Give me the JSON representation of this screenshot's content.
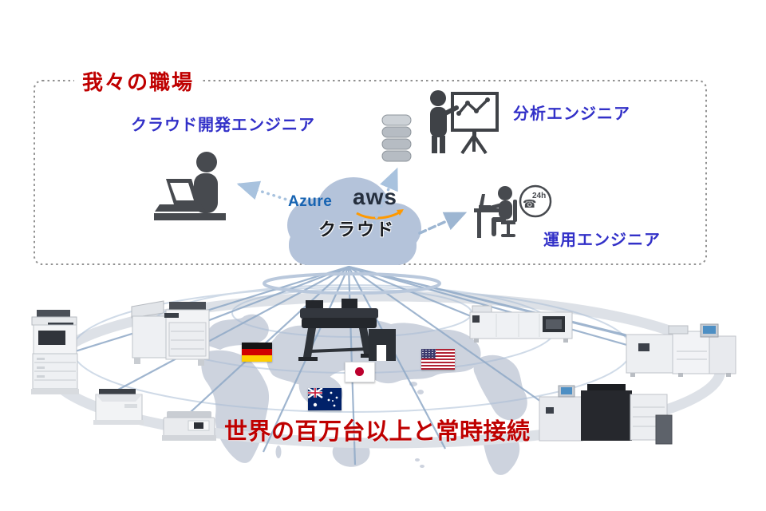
{
  "workplace": {
    "title": "我々の職場",
    "roles": {
      "cloud_dev": "クラウド開発エンジニア",
      "analytics": "分析エンジニア",
      "operations": "運用エンジニア"
    },
    "support_badge": "24h"
  },
  "cloud": {
    "azure": "Azure",
    "aws": "aws",
    "label": "クラウド"
  },
  "caption": {
    "text": "世界の百万台以上と常時接続"
  },
  "icons": {
    "phone": "☎"
  },
  "flags": [
    "germany",
    "japan",
    "usa",
    "australia"
  ],
  "devices": [
    "office-mfp",
    "office-mfp-with-finisher",
    "laser-printer",
    "inkjet-printer",
    "large-format-plotter",
    "production-printer",
    "production-press-line",
    "digital-press"
  ],
  "colors": {
    "title_red": "#bf0000",
    "role_blue": "#3230c8",
    "caption_red": "#bf0000",
    "azure_blue": "#1663b2",
    "aws_dark": "#252f3e",
    "aws_orange": "#ff9900",
    "cloud_fill": "#b4c3da",
    "map_fill": "#cdd3de",
    "globe_line": "#8fa9c7"
  }
}
